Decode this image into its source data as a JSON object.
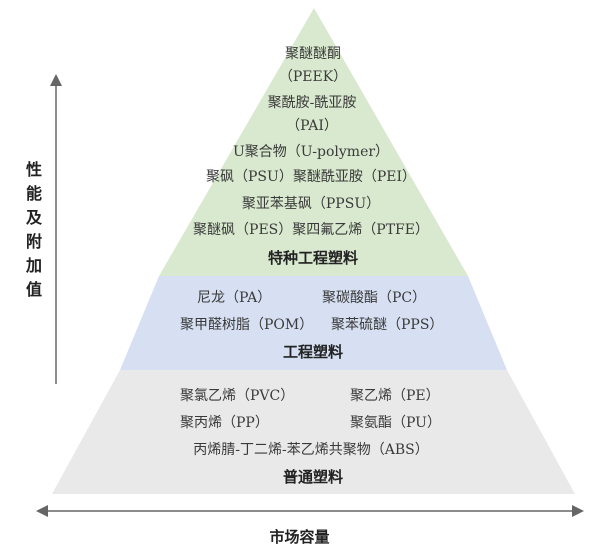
{
  "colors": {
    "top_tier": "#d9e9cf",
    "middle_tier": "#d6e0f2",
    "bottom_tier": "#e9e9e9",
    "axis": "#666666"
  },
  "axes": {
    "y_label": "性能及附加值",
    "x_label": "市场容量"
  },
  "special": {
    "items": [
      "聚醚醚酮",
      "（PEEK）",
      "聚酰胺-酰亚胺",
      "（PAI）",
      "U聚合物（U-polymer）",
      "聚砜（PSU）聚醚酰亚胺（PEI）",
      "聚亚苯基砜（PPSU）",
      "聚醚砜（PES）聚四氟乙烯（PTFE）"
    ],
    "heading": "特种工程塑料"
  },
  "engineering": {
    "items": [
      "尼龙（PA）",
      "聚碳酸酯（PC）",
      "聚甲醛树脂（POM）",
      "聚苯硫醚（PPS）"
    ],
    "heading": "工程塑料"
  },
  "general": {
    "items": [
      "聚氯乙烯（PVC）",
      "聚乙烯（PE）",
      "聚丙烯（PP）",
      "聚氨酯（PU）",
      "丙烯腈-丁二烯-苯乙烯共聚物（ABS）"
    ],
    "heading": "普通塑料"
  }
}
